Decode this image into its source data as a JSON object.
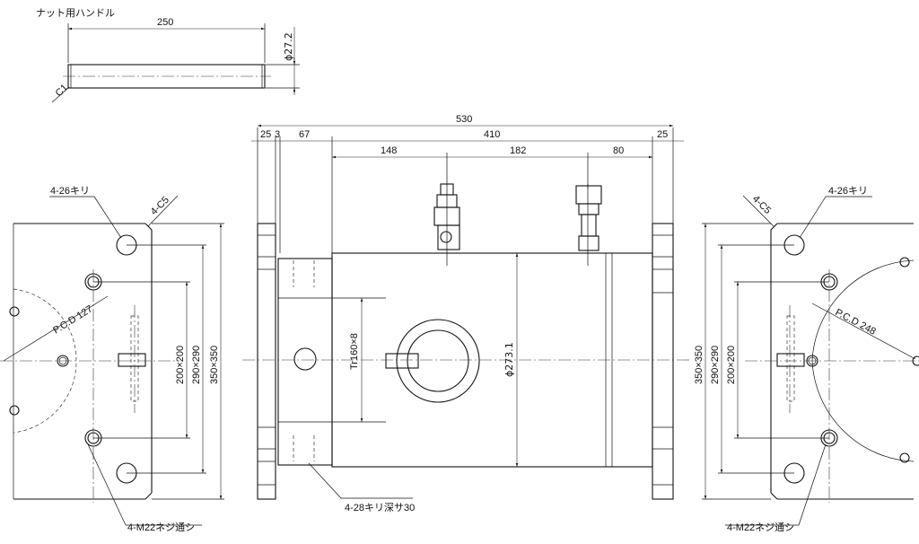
{
  "handle": {
    "title": "ナット用ハンドル",
    "length": "250",
    "diameter": "ϕ27.2",
    "chamfer": "C1"
  },
  "front": {
    "overall": "530",
    "seg_25a": "25",
    "seg_3": "3",
    "seg_67": "67",
    "seg_410": "410",
    "seg_25b": "25",
    "seg_148": "148",
    "seg_182": "182",
    "seg_80": "80",
    "thread": "Tr160×8",
    "body_dia": "ϕ273.1",
    "tap_note": "4-28キリ深サ30"
  },
  "left_flange": {
    "holes": "4-26キリ",
    "chamfer": "4-C5",
    "pcd": "P.C.D 127",
    "dim_200": "200×200",
    "dim_290": "290×290",
    "dim_350": "350×350",
    "screw_note": "4-M22ネジ通シ"
  },
  "right_flange": {
    "holes": "4-26キリ",
    "chamfer": "4-C5",
    "pcd": "P.C.D 248",
    "dim_350": "350×350",
    "dim_290": "290×290",
    "dim_200": "200×200",
    "screw_note": "4-M22ネジ通シ"
  }
}
